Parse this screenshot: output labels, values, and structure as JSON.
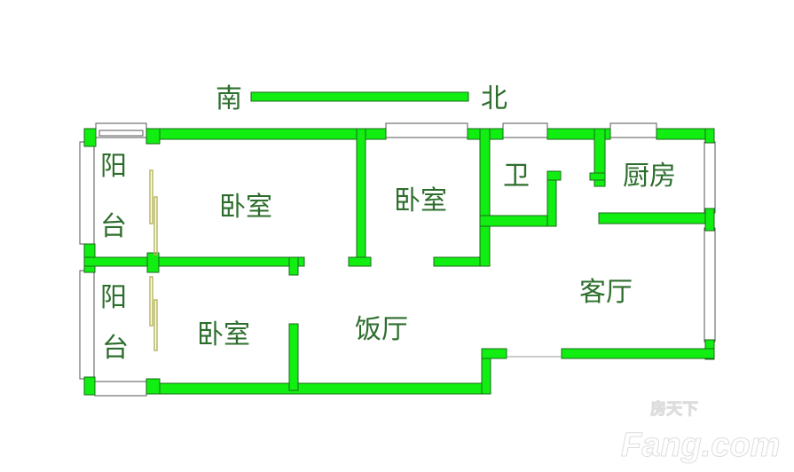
{
  "compass": {
    "south": "南",
    "north": "北"
  },
  "rooms": {
    "balcony_top": [
      "阳",
      "台"
    ],
    "balcony_bottom": [
      "阳",
      "台"
    ],
    "bedroom_1": "卧室",
    "bedroom_2": "卧室",
    "bedroom_3": "卧室",
    "bathroom": "卫",
    "kitchen": "厨房",
    "living_room": "客厅",
    "dining_room": "饭厅"
  },
  "watermark": {
    "cn": "房天下",
    "brand": "Fang.com"
  },
  "colors": {
    "wall": "#11ee11",
    "text": "#2d6e2d"
  }
}
